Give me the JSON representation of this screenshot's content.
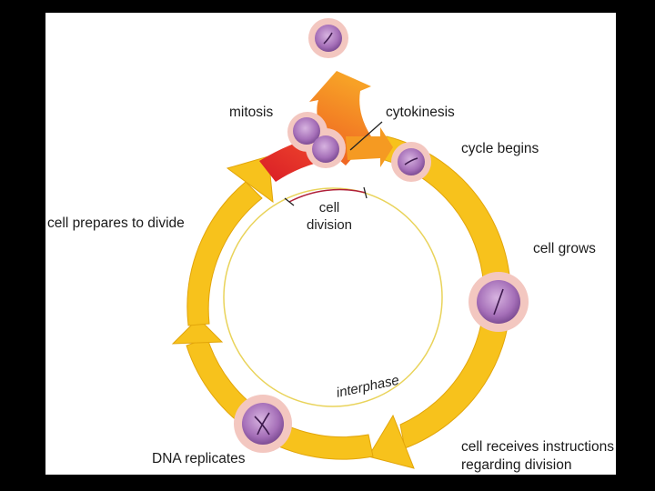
{
  "diagram": {
    "labels": {
      "mitosis": "mitosis",
      "cytokinesis": "cytokinesis",
      "cycle_begins": "cycle begins",
      "cell_prepares": "cell prepares to divide",
      "cell_grows": "cell grows",
      "dna_replicates": "DNA replicates",
      "receives_line1": "cell receives instructions",
      "receives_line2": "regarding division",
      "cell_division_line1": "cell",
      "cell_division_line2": "division",
      "interphase": "interphase"
    },
    "colors": {
      "arrow_yellow": "#f7c21c",
      "arrow_yellow_dark": "#e2a50a",
      "mitosis_red": "#e8312a",
      "cytokinesis_orange": "#f38a1e",
      "inner_ring": "#e9d35a",
      "division_arc": "#b0203a",
      "cell_outer": "#f3c7c0",
      "cell_inner": "#b07ac2",
      "background": "#ffffff",
      "frame": "#000000"
    }
  }
}
